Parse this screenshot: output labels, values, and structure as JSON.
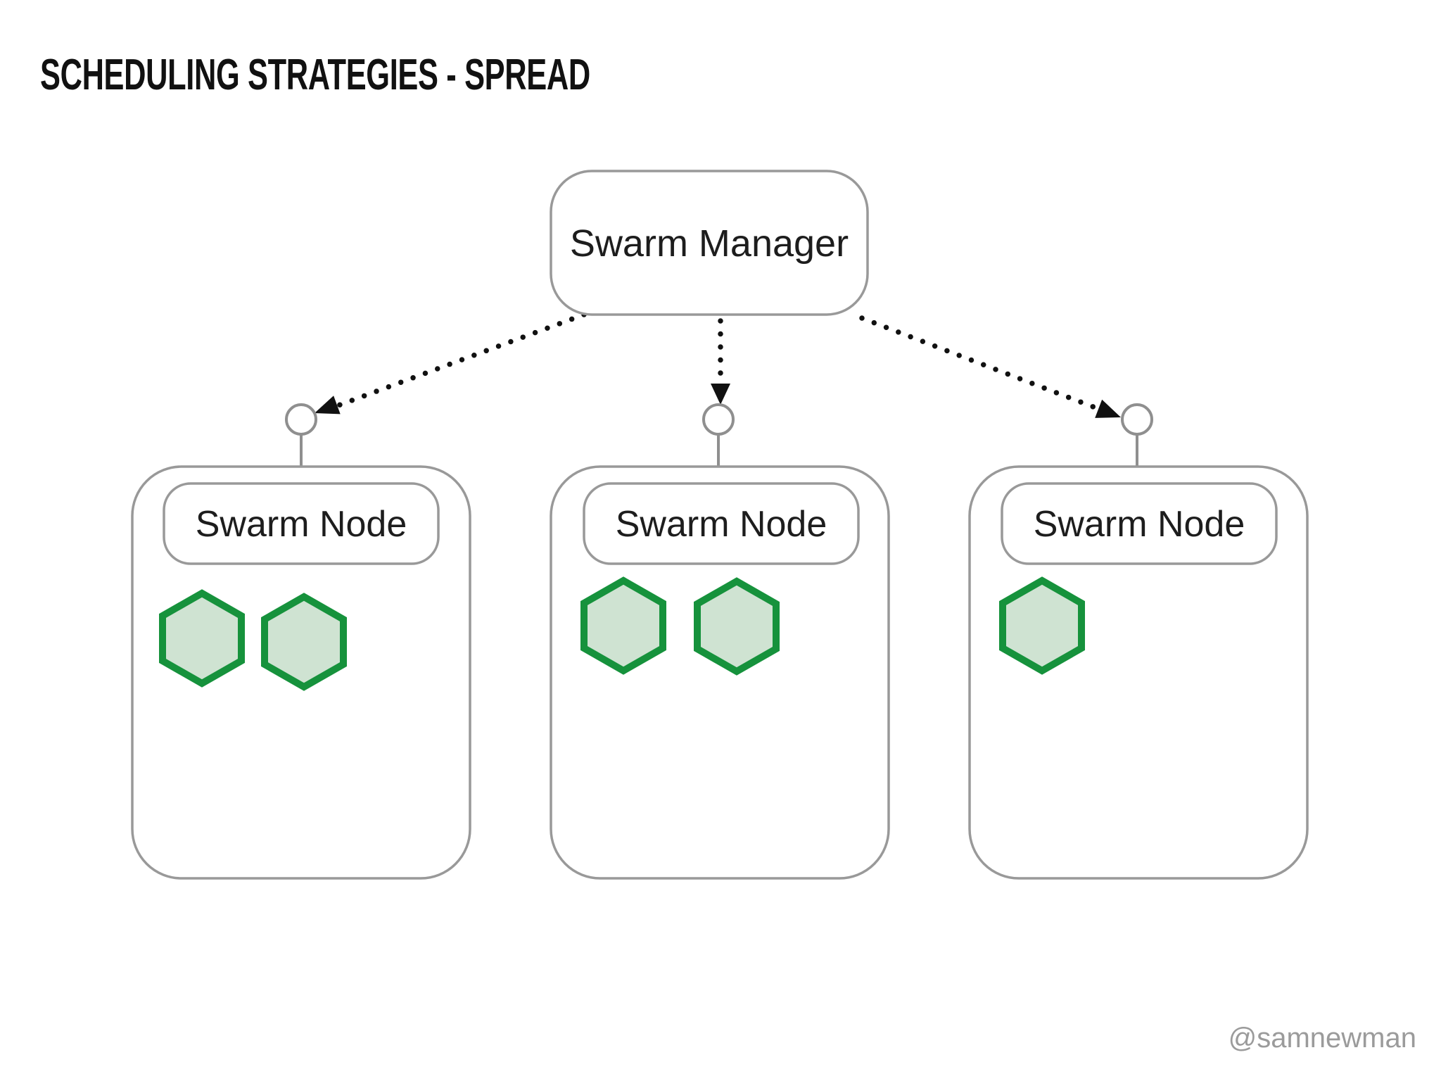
{
  "slide": {
    "title": "SCHEDULING STRATEGIES - SPREAD",
    "watermark": "@samnewman"
  },
  "diagram": {
    "manager": {
      "label": "Swarm Manager"
    },
    "nodes": [
      {
        "label": "Swarm Node",
        "containers": 2
      },
      {
        "label": "Swarm Node",
        "containers": 2
      },
      {
        "label": "Swarm Node",
        "containers": 1
      }
    ]
  },
  "colors": {
    "container_fill": "#cfe3d2",
    "container_border": "#16923c",
    "box_border": "#999999",
    "connector": "#8f8f8f",
    "arrow": "#111111",
    "title_text": "#111111",
    "label_text": "#1d1d1d",
    "watermark_text": "#9b9b9b"
  }
}
